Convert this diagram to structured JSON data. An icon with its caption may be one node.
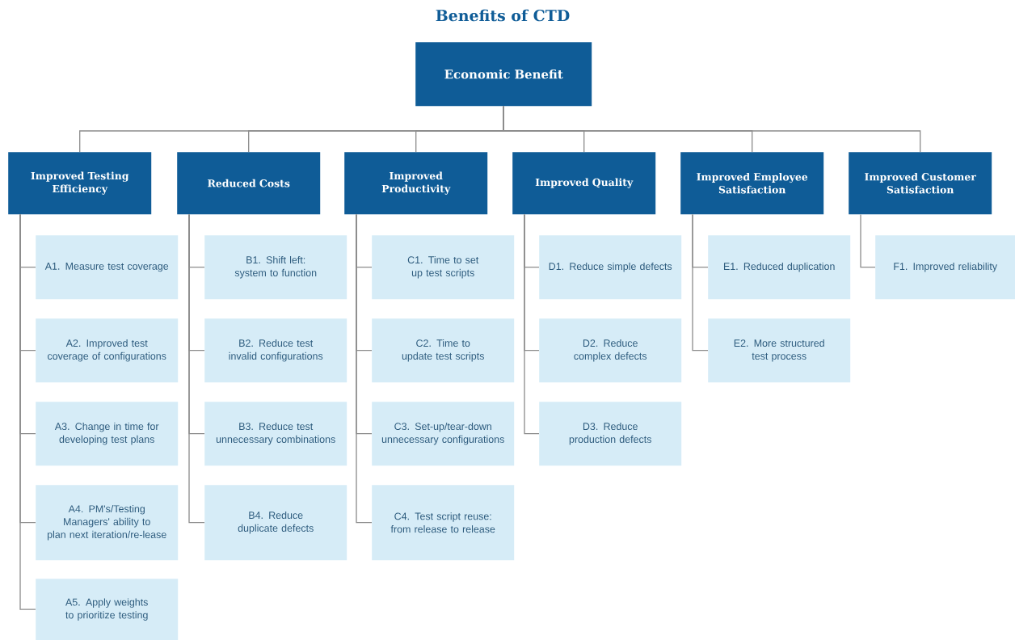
{
  "diagram": {
    "title": "Benefits of CTD",
    "nodes": [
      {
        "text": [
          "Economic Benefit"
        ]
      },
      {
        "text": [
          "Improved Testing Efficiency"
        ]
      },
      {
        "text": [
          "Reduced Costs"
        ]
      },
      {
        "text": [
          "Improved Productivity"
        ]
      },
      {
        "text": [
          "Improved Quality"
        ]
      },
      {
        "text": [
          "Improved Employee Satisfaction"
        ]
      },
      {
        "text": [
          "Improved Customer Satisfaction"
        ]
      },
      {
        "text": [
          "A1. Measure test coverage"
        ]
      },
      {
        "text": [
          "A2. Improved test coverage of configurations"
        ]
      },
      {
        "text": [
          "A3. Change in time for developing test plans"
        ]
      },
      {
        "text": [
          "A4. PM's/Testing Managers' ability to plan next iteration/re-lease"
        ]
      },
      {
        "text": [
          "A5. Apply weights to prioritize testing"
        ]
      },
      {
        "text": [
          "B1. Shift left: system to function"
        ]
      },
      {
        "text": [
          "B2. Reduce test invalid configurations"
        ]
      },
      {
        "text": [
          "B3. Reduce test unnecessary combinations"
        ]
      },
      {
        "text": [
          "B4. Reduce duplicate defects"
        ]
      },
      {
        "text": [
          "C1. Time to set up test scripts"
        ]
      },
      {
        "text": [
          "C2. Time to update test scripts"
        ]
      },
      {
        "text": [
          "C3. Set-up/tear-down unnecessary configurations"
        ]
      },
      {
        "text": [
          "C4. Test script reuse: from release to release"
        ]
      },
      {
        "text": [
          "D1. Reduce simple defects"
        ]
      },
      {
        "text": [
          "D2. Reduce complex defects"
        ]
      },
      {
        "text": [
          "D3. Reduce production defects"
        ]
      },
      {
        "text": [
          "E1. Reduced duplication"
        ]
      },
      {
        "text": [
          "E2. More structured test process"
        ]
      },
      {
        "text": [
          "F1. Improved reliability"
        ]
      }
    ],
    "edges": [
      {
        "from": 0,
        "to": 1,
        "arrow": "none"
      },
      {
        "from": 0,
        "to": 2,
        "arrow": "none"
      },
      {
        "from": 0,
        "to": 3,
        "arrow": "none"
      },
      {
        "from": 0,
        "to": 4,
        "arrow": "none"
      },
      {
        "from": 0,
        "to": 5,
        "arrow": "none"
      },
      {
        "from": 0,
        "to": 6,
        "arrow": "none"
      },
      {
        "from": 1,
        "to": 7,
        "arrow": "none"
      },
      {
        "from": 1,
        "to": 8,
        "arrow": "none"
      },
      {
        "from": 1,
        "to": 9,
        "arrow": "none"
      },
      {
        "from": 1,
        "to": 10,
        "arrow": "none"
      },
      {
        "from": 1,
        "to": 11,
        "arrow": "none"
      },
      {
        "from": 2,
        "to": 12,
        "arrow": "none"
      },
      {
        "from": 2,
        "to": 13,
        "arrow": "none"
      },
      {
        "from": 2,
        "to": 14,
        "arrow": "none"
      },
      {
        "from": 2,
        "to": 15,
        "arrow": "none"
      },
      {
        "from": 3,
        "to": 16,
        "arrow": "none"
      },
      {
        "from": 3,
        "to": 17,
        "arrow": "none"
      },
      {
        "from": 3,
        "to": 18,
        "arrow": "none"
      },
      {
        "from": 3,
        "to": 19,
        "arrow": "none"
      },
      {
        "from": 4,
        "to": 20,
        "arrow": "none"
      },
      {
        "from": 4,
        "to": 21,
        "arrow": "none"
      },
      {
        "from": 4,
        "to": 22,
        "arrow": "none"
      },
      {
        "from": 5,
        "to": 23,
        "arrow": "none"
      },
      {
        "from": 5,
        "to": 24,
        "arrow": "none"
      },
      {
        "from": 6,
        "to": 25,
        "arrow": "none"
      }
    ]
  }
}
